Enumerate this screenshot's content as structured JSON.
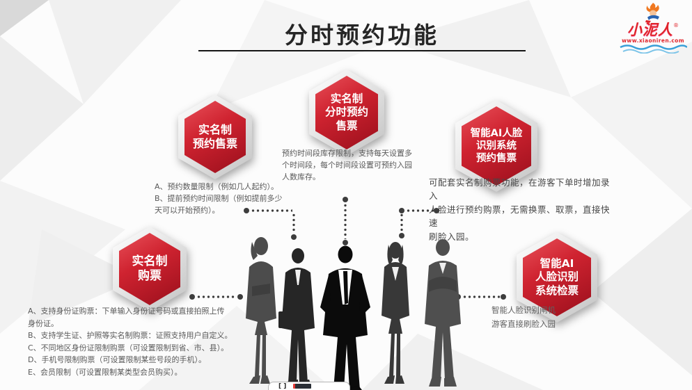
{
  "title": "分时预约功能",
  "logo": {
    "brand": "小泥人",
    "reg": "®",
    "url": "www.xiaoniren.com"
  },
  "hexagons": [
    {
      "name": "realname-reserve-ticketing",
      "label_lines": [
        "实名制",
        "预约售票"
      ]
    },
    {
      "name": "realname-timeshare-ticketing",
      "label_lines": [
        "实名制",
        "分时预约",
        "售票"
      ]
    },
    {
      "name": "ai-face-reserve-ticketing",
      "label_lines": [
        "智能AI人脸",
        "识别系统",
        "预约售票"
      ]
    },
    {
      "name": "realname-purchase",
      "label_lines": [
        "实名制",
        "购票"
      ]
    },
    {
      "name": "ai-face-check",
      "label_lines": [
        "智能AI",
        "人脸识别",
        "系统检票"
      ]
    }
  ],
  "notes": {
    "reservation_limits": "A、预约数量限制（例如几人起约）。\nB、提前预约时间限制（例如提前多少\n天可以开始预约）。",
    "timeslot_inventory": "预约时间段库存限制，支持每天设置多\n个时间段，每个时间段设置可预约入园\n人数库存。",
    "ai_reserve_detail": "可配套实名制购票功能，在游客下单时增加录入\n人脸进行预约购票，无需换票、取票，直接快速\n刷脸入园。",
    "realname_rules": "A、支持身份证购票：下单输入身份证号码或直接拍照上传\n身份证。\nB、支持学生证、护照等实名制购票：证照支持用户自定义。\nC、不同地区身份证限制购票（可设置限制到省、市、县）。\nD、手机号限制购票（可设置限制某些号段的手机）。\nE、会员限制（可设置限制某类型会员购买）。",
    "gate_check": "智能人脸识别闸机\n游客直接刷脸入园"
  },
  "footer": {
    "tab_label": "[ ]"
  },
  "colors": {
    "hex_red_top": "#e85059",
    "hex_red_mid": "#cf2330",
    "hex_red_bottom": "#9a0f1c",
    "brand_red": "#e0252c",
    "wave_blue": "#3aa0d8",
    "connector_dot": "#3d3d3d",
    "title_text": "#262626",
    "note_text": "#595959"
  }
}
